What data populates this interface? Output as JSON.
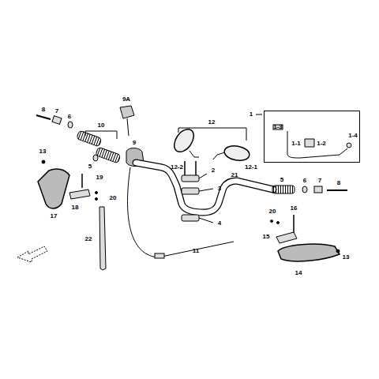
{
  "diagram": {
    "nodes": [
      {
        "text": [
          "1-3",
          "1-2",
          "1-1",
          "1-4"
        ]
      }
    ],
    "labels": [
      "8",
      "7",
      "6",
      "10",
      "9A",
      "12",
      "1",
      "13",
      "9",
      "5",
      "2",
      "12-2",
      "12-1",
      "3",
      "21",
      "5",
      "6",
      "7",
      "8",
      "19",
      "17",
      "18",
      "20",
      "4",
      "20",
      "16",
      "22",
      "15",
      "11",
      "13",
      "14"
    ]
  }
}
